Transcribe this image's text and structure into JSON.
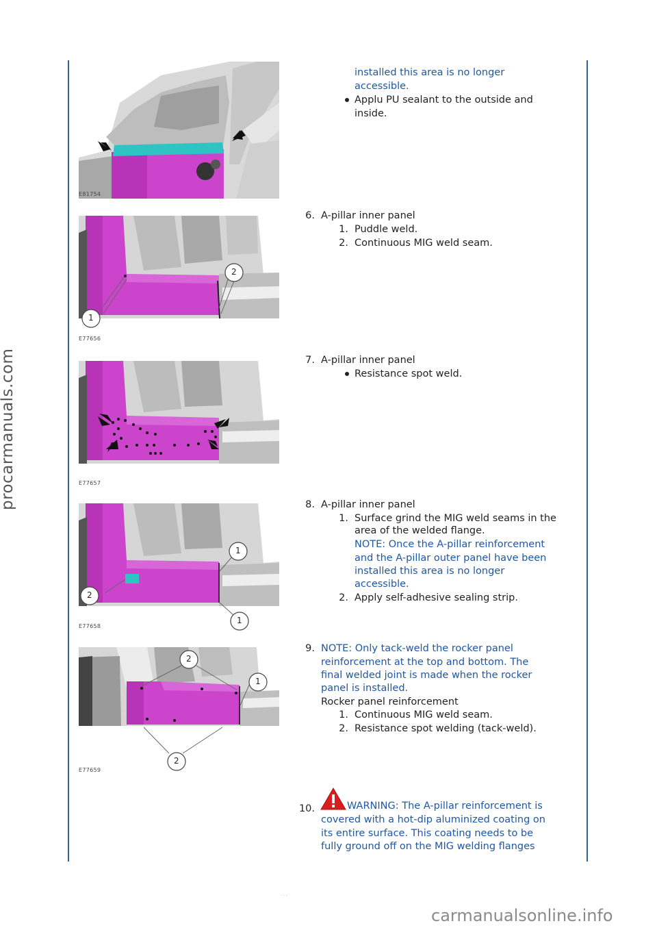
{
  "watermarks": {
    "side": "procarmanuals.com",
    "bottom": "carmanualsonline.info",
    "footer": "..."
  },
  "colors": {
    "rule_line": "#2f5f9f",
    "note_text": "#1f57a4",
    "panel_highlight": "#cc44cc",
    "sealant_band": "#2ec4c4",
    "warning_icon": "#d81e1e"
  },
  "continued_note": {
    "lines": [
      "installed this area is no longer",
      "accessible."
    ]
  },
  "continued_bullet": {
    "lines": [
      "Applu PU sealant to the outside and",
      "inside."
    ]
  },
  "figures": [
    {
      "code": "E81754",
      "icon": "sealant-band-illustration",
      "callouts": []
    },
    {
      "code": "E77656",
      "icon": "puddle-weld-illustration",
      "callouts": [
        "1",
        "2"
      ]
    },
    {
      "code": "E77657",
      "icon": "spot-weld-illustration",
      "callouts": []
    },
    {
      "code": "E77658",
      "icon": "grind-flange-illustration",
      "callouts": [
        "1",
        "2",
        "1"
      ]
    },
    {
      "code": "E77659",
      "icon": "rocker-reinforcement-illustration",
      "callouts": [
        "2",
        "1",
        "2"
      ]
    }
  ],
  "steps": [
    {
      "number": "6.",
      "title": "A-pillar inner panel",
      "items": [
        {
          "marker": "1.",
          "lines": [
            "Puddle weld."
          ]
        },
        {
          "marker": "2.",
          "lines": [
            "Continuous MIG weld seam."
          ]
        }
      ]
    },
    {
      "number": "7.",
      "title": "A-pillar inner panel",
      "bullet": "Resistance spot weld."
    },
    {
      "number": "8.",
      "title": "A-pillar inner panel",
      "items": [
        {
          "marker": "1.",
          "lines": [
            "Surface grind the MIG weld seams in the",
            "area of the welded flange."
          ]
        },
        {
          "marker": "2.",
          "lines": [
            "Apply self-adhesive sealing strip."
          ]
        }
      ],
      "note": [
        "NOTE: Once the A-pillar reinforcement",
        "and the A-pillar outer panel have been",
        "installed this area is no longer",
        "accessible."
      ]
    },
    {
      "number": "9.",
      "note": [
        "NOTE: Only tack-weld the rocker panel",
        "reinforcement at the top and bottom. The",
        "final welded joint is made when the rocker",
        "panel is installed."
      ],
      "title": "Rocker panel reinforcement",
      "items": [
        {
          "marker": "1.",
          "lines": [
            "Continuous MIG weld seam."
          ]
        },
        {
          "marker": "2.",
          "lines": [
            "Resistance spot welding (tack-weld)."
          ]
        }
      ]
    },
    {
      "number": "10.",
      "warning_icon": "warning-triangle-icon",
      "warning": [
        "WARNING: The A-pillar reinforcement is",
        "covered with a hot-dip aluminized coating on",
        "its entire surface. This coating needs to be",
        "fully ground off on the MIG welding flanges"
      ]
    }
  ]
}
